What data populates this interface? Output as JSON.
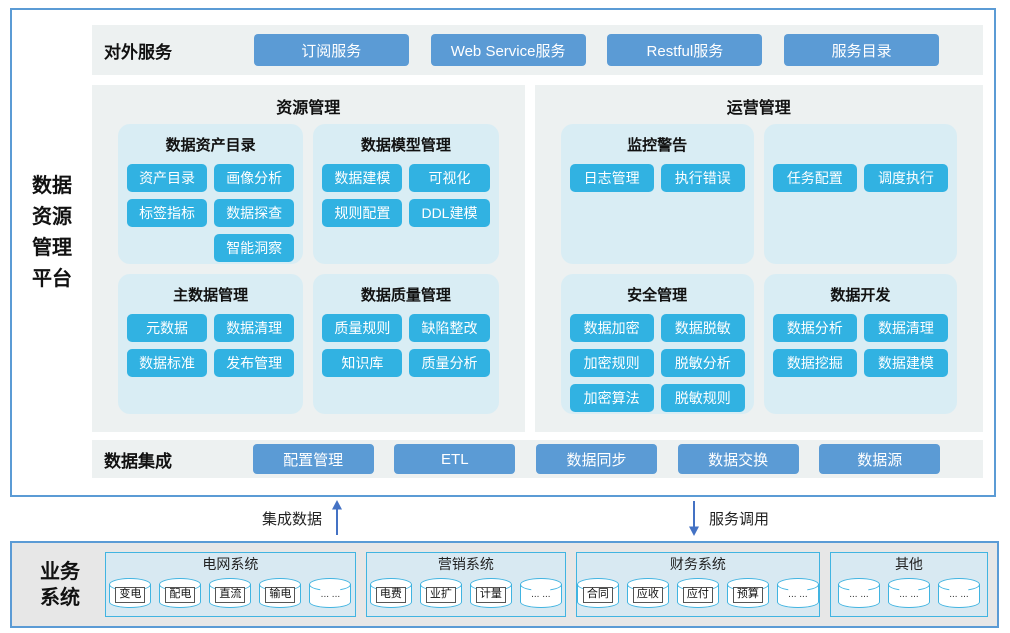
{
  "platform": {
    "label": "数据资源管理平台",
    "label_lines": [
      "数据",
      "资源",
      "管理",
      "平台"
    ]
  },
  "services": {
    "label": "对外服务",
    "items": [
      "订阅服务",
      "Web Service服务",
      "Restful服务",
      "服务目录"
    ]
  },
  "resource": {
    "title": "资源管理",
    "blocks": [
      {
        "title": "数据资产目录",
        "buttons": [
          "资产目录",
          "画像分析",
          "标签指标",
          "数据探查",
          "智能洞察"
        ]
      },
      {
        "title": "数据模型管理",
        "buttons": [
          "数据建模",
          "可视化",
          "规则配置",
          "DDL建模"
        ]
      },
      {
        "title": "主数据管理",
        "buttons": [
          "元数据",
          "数据清理",
          "数据标准",
          "发布管理"
        ]
      },
      {
        "title": "数据质量管理",
        "buttons": [
          "质量规则",
          "缺陷整改",
          "知识库",
          "质量分析"
        ]
      }
    ]
  },
  "operations": {
    "title": "运营管理",
    "blocks": [
      {
        "title": "监控警告",
        "buttons": [
          "日志管理",
          "执行错误"
        ]
      },
      {
        "title": "",
        "buttons": [
          "任务配置",
          "调度执行"
        ]
      },
      {
        "title": "安全管理",
        "buttons": [
          "数据加密",
          "数据脱敏",
          "加密规则",
          "脱敏分析",
          "加密算法",
          "脱敏规则"
        ]
      },
      {
        "title": "数据开发",
        "buttons": [
          "数据分析",
          "数据清理",
          "数据挖掘",
          "数据建模"
        ]
      }
    ]
  },
  "integration": {
    "label": "数据集成",
    "items": [
      "配置管理",
      "ETL",
      "数据同步",
      "数据交换",
      "数据源"
    ]
  },
  "flows": {
    "up_label": "集成数据",
    "down_label": "服务调用"
  },
  "business": {
    "label": "业务系统",
    "label_lines": [
      "业务",
      "系统"
    ],
    "groups": [
      {
        "title": "电网系统",
        "items": [
          "变电",
          "配电",
          "直流",
          "输电",
          "... ..."
        ]
      },
      {
        "title": "营销系统",
        "items": [
          "电费",
          "业扩",
          "计量",
          "... ..."
        ]
      },
      {
        "title": "财务系统",
        "items": [
          "合同",
          "应收",
          "应付",
          "预算",
          "... ..."
        ]
      },
      {
        "title": "其他",
        "items": [
          "... ...",
          "... ...",
          "... ..."
        ]
      }
    ]
  },
  "colors": {
    "accent_blue": "#5b9bd5",
    "accent_cyan": "#31b2e2",
    "panel_bg": "#edf1f1",
    "block_bg": "#d9edf4",
    "business_bg": "#e7e7e7",
    "group_bg": "#d8e9f2",
    "group_border": "#41b4e1",
    "arrow_blue": "#4472c4"
  }
}
